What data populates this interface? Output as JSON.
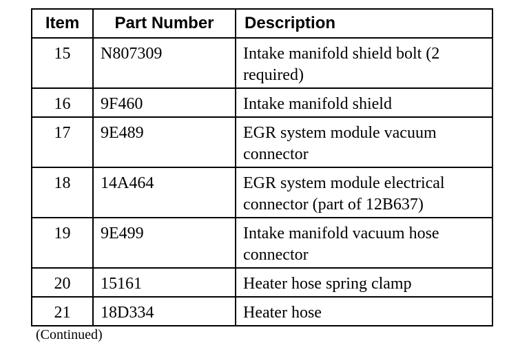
{
  "table": {
    "headers": {
      "item": "Item",
      "part_number": "Part Number",
      "description": "Description"
    },
    "rows": [
      {
        "item": "15",
        "part_number": "N807309",
        "description": "Intake manifold shield bolt (2 required)"
      },
      {
        "item": "16",
        "part_number": "9F460",
        "description": "Intake manifold shield"
      },
      {
        "item": "17",
        "part_number": "9E489",
        "description": "EGR system module vacuum connector"
      },
      {
        "item": "18",
        "part_number": "14A464",
        "description": "EGR system module electrical connector (part of 12B637)"
      },
      {
        "item": "19",
        "part_number": "9E499",
        "description": "Intake manifold vacuum hose connector"
      },
      {
        "item": "20",
        "part_number": "15161",
        "description": "Heater hose spring clamp"
      },
      {
        "item": "21",
        "part_number": "18D334",
        "description": "Heater hose"
      }
    ]
  },
  "footnote": "(Continued)"
}
